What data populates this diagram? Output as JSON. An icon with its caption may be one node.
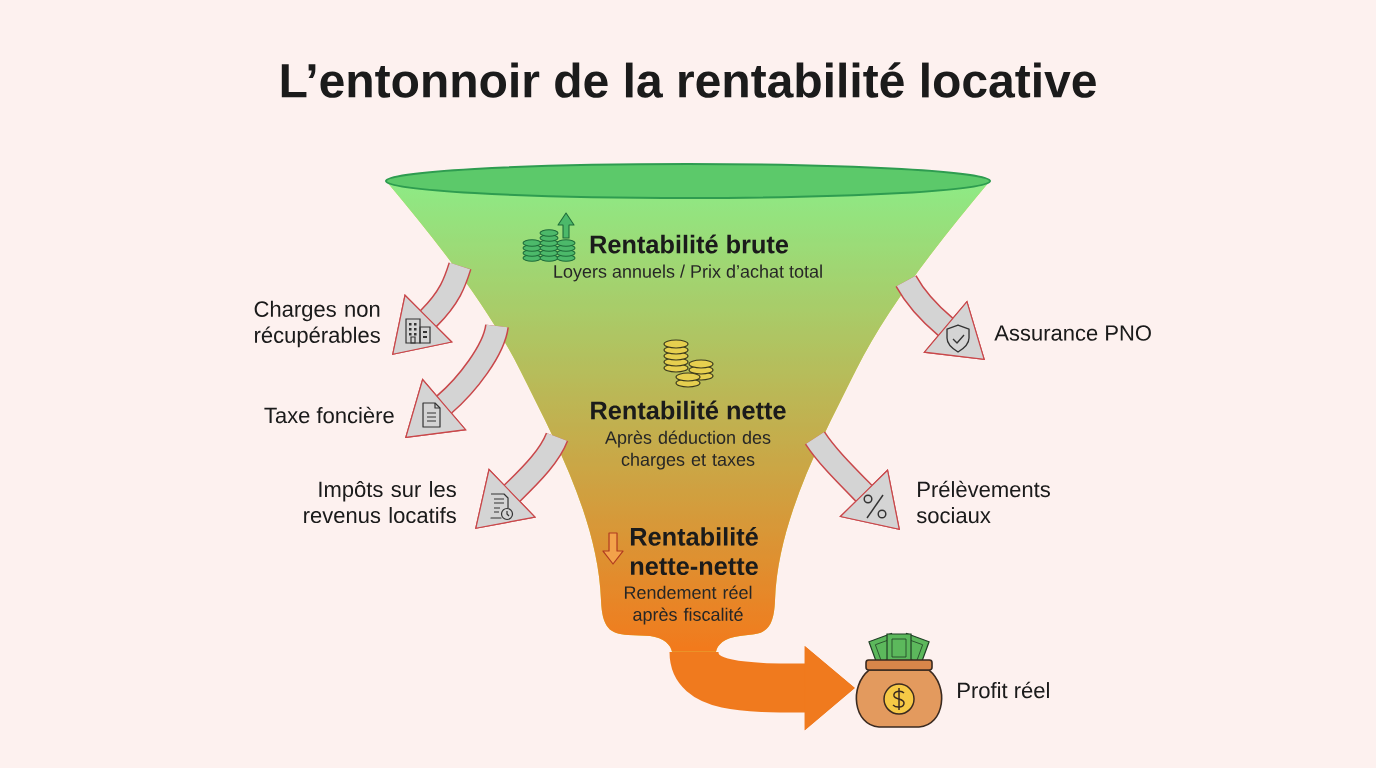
{
  "diagram": {
    "title": "L’entonnoir de la rentabilité locative",
    "nodes": [
      {
        "text": [],
        "shape": "funnel"
      },
      {
        "text": [
          "Rentabilité brute",
          "Loyers annuels / Prix d’achat total"
        ],
        "in": 0
      },
      {
        "text": [
          "Rentabilité nette",
          "Après déduction des charges et taxes"
        ],
        "in": 0
      },
      {
        "text": [
          "Rentabilité nette-nette",
          "Rendement réel après fiscalité"
        ],
        "in": 0
      },
      {
        "text": [
          "Charges non récupérables"
        ]
      },
      {
        "text": [
          "Taxe foncière"
        ]
      },
      {
        "text": [
          "Impôts sur les revenus locatifs"
        ]
      },
      {
        "text": [
          "Assurance PNO"
        ]
      },
      {
        "text": [
          "Prélèvements sociaux"
        ]
      },
      {
        "text": [],
        "shape": "picture",
        "beside": [
          "Profit réel"
        ]
      }
    ],
    "edges": [
      {
        "from": 0,
        "to": 4,
        "arrow": "to"
      },
      {
        "from": 0,
        "to": 5,
        "arrow": "to"
      },
      {
        "from": 0,
        "to": 6,
        "arrow": "to"
      },
      {
        "from": 0,
        "to": 7,
        "arrow": "to"
      },
      {
        "from": 0,
        "to": 8,
        "arrow": "to"
      },
      {
        "from": 0,
        "to": 9,
        "arrow": "to",
        "style": "thick",
        "color": "#f07a1e"
      }
    ]
  }
}
